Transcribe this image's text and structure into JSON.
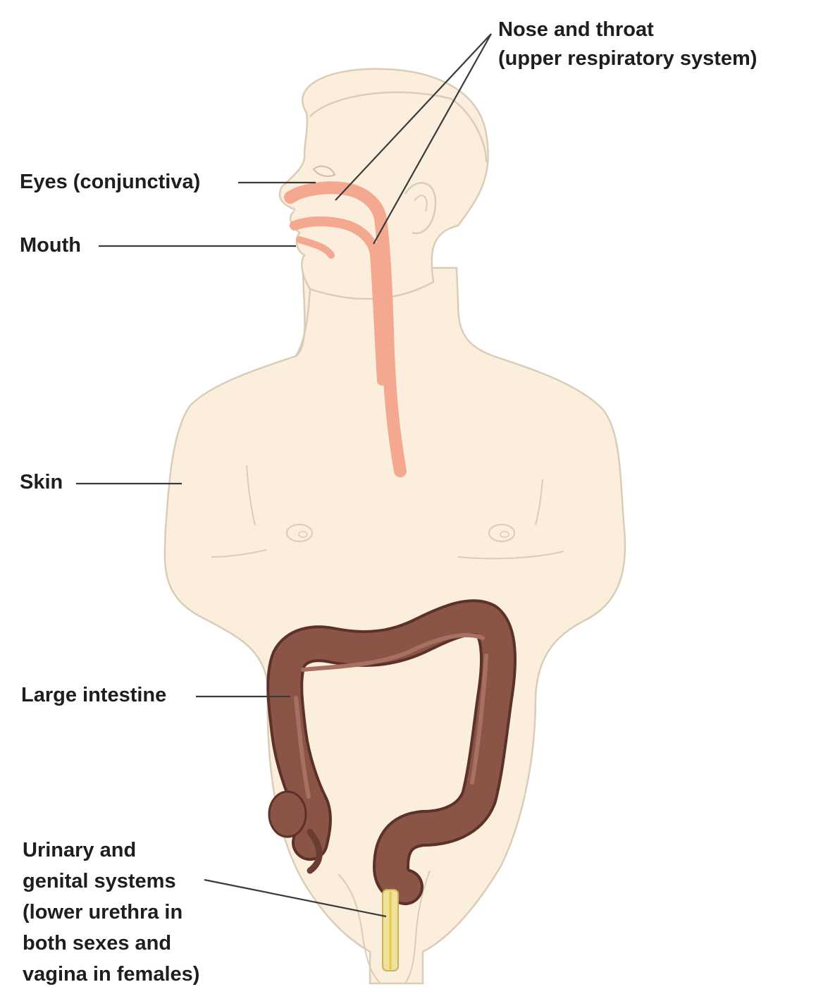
{
  "labels": {
    "nose_line1": "Nose and throat",
    "nose_line2": "(upper respiratory system)",
    "eyes": "Eyes (conjunctiva)",
    "mouth": "Mouth",
    "skin": "Skin",
    "large_intestine": "Large intestine",
    "urinary_lines": [
      "Urinary and",
      "genital systems",
      "(lower urethra in",
      "both sexes and",
      "vagina in females)"
    ]
  },
  "colors": {
    "skin": "#fbeedd",
    "outline": "#d9cdb8",
    "airway": "#f4a890",
    "intestine": "#8a5446",
    "intestine_dark": "#5b3128",
    "urethra": "#f0e19a",
    "leader_line": "#3a3a3a"
  }
}
